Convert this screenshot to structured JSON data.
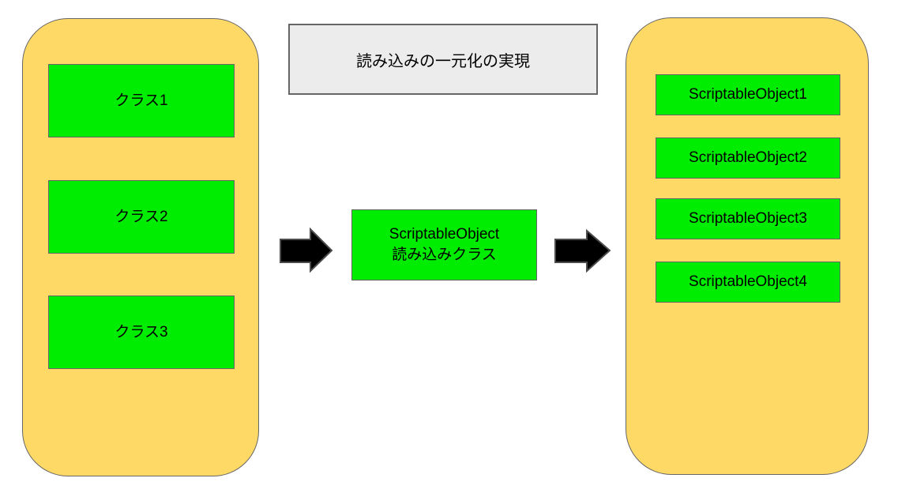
{
  "title_box": {
    "label": "読み込みの一元化の実現"
  },
  "left_container": {
    "items": [
      {
        "label": "クラス1"
      },
      {
        "label": "クラス2"
      },
      {
        "label": "クラス3"
      }
    ]
  },
  "middle_box": {
    "line1": "ScriptableObject",
    "line2": "読み込みクラス"
  },
  "right_container": {
    "items": [
      {
        "label": "ScriptableObject1"
      },
      {
        "label": "ScriptableObject2"
      },
      {
        "label": "ScriptableObject3"
      },
      {
        "label": "ScriptableObject4"
      }
    ]
  },
  "icons": {
    "arrow_right": "right-block-arrow"
  },
  "colors": {
    "container_fill": "#FFD966",
    "container_border": "#666666",
    "box_fill": "#00EC00",
    "box_border": "#666666",
    "title_fill": "#ECECEC",
    "title_border": "#666666",
    "arrow_fill": "#000000",
    "arrow_border": "#4D4D4D",
    "text": "#000000",
    "background": "#FFFFFF"
  }
}
